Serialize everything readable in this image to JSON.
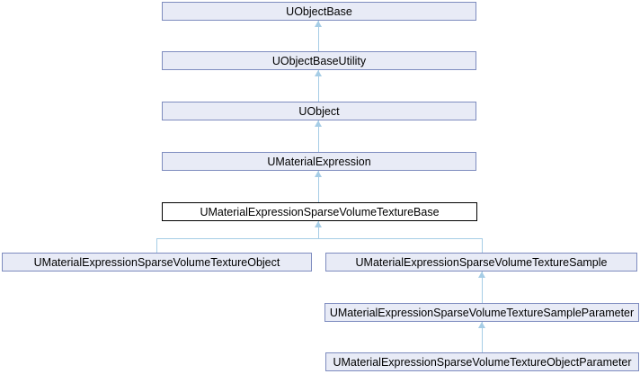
{
  "diagram": {
    "type": "class-inheritance-graph",
    "background_color": "#ffffff",
    "node_fill_color": "#e8ebf6",
    "node_border_color": "#7e8cbf",
    "current_node_fill_color": "#ffffff",
    "current_node_border_color": "#000000",
    "edge_color": "#a6cde6",
    "text_color": "#000000",
    "nodes": [
      {
        "label": "UObjectBase",
        "current": false
      },
      {
        "label": "UObjectBaseUtility",
        "current": false
      },
      {
        "label": "UObject",
        "current": false
      },
      {
        "label": "UMaterialExpression",
        "current": false
      },
      {
        "label": "UMaterialExpressionSparseVolumeTextureBase",
        "current": true
      },
      {
        "label": "UMaterialExpressionSparseVolumeTextureObject",
        "current": false
      },
      {
        "label": "UMaterialExpressionSparseVolumeTextureSample",
        "current": false
      },
      {
        "label": "UMaterialExpressionSparseVolumeTextureSampleParameter",
        "current": false
      },
      {
        "label": "UMaterialExpressionSparseVolumeTextureObjectParameter",
        "current": false
      }
    ],
    "edges": [
      {
        "from": "UObjectBaseUtility",
        "to": "UObjectBase"
      },
      {
        "from": "UObject",
        "to": "UObjectBaseUtility"
      },
      {
        "from": "UMaterialExpression",
        "to": "UObject"
      },
      {
        "from": "UMaterialExpressionSparseVolumeTextureBase",
        "to": "UMaterialExpression"
      },
      {
        "from": "UMaterialExpressionSparseVolumeTextureObject",
        "to": "UMaterialExpressionSparseVolumeTextureBase"
      },
      {
        "from": "UMaterialExpressionSparseVolumeTextureSample",
        "to": "UMaterialExpressionSparseVolumeTextureBase"
      },
      {
        "from": "UMaterialExpressionSparseVolumeTextureSampleParameter",
        "to": "UMaterialExpressionSparseVolumeTextureSample"
      },
      {
        "from": "UMaterialExpressionSparseVolumeTextureObjectParameter",
        "to": "UMaterialExpressionSparseVolumeTextureSampleParameter"
      }
    ]
  }
}
